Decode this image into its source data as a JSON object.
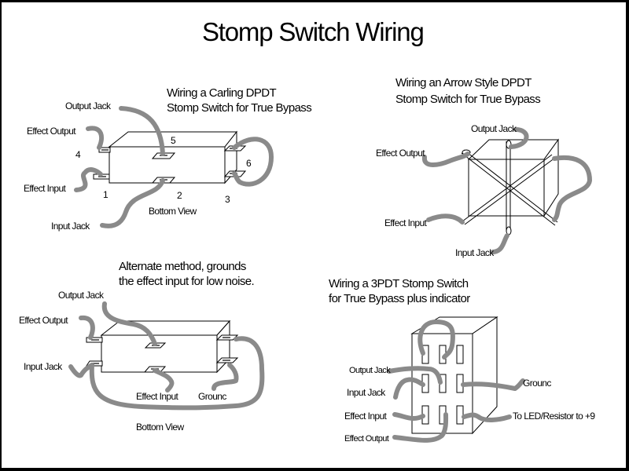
{
  "title": "Stomp Switch Wiring",
  "colors": {
    "wire": "#8a8a8a",
    "line": "#000000",
    "background": "#ffffff"
  },
  "diagrams": {
    "carling": {
      "title_line1": "Wiring a Carling DPDT",
      "title_line2": "Stomp Switch for True Bypass",
      "labels": {
        "output_jack": "Output Jack",
        "effect_output": "Effect Output",
        "effect_input": "Effect Input",
        "input_jack": "Input Jack",
        "bottom_view": "Bottom View"
      },
      "pins": [
        "1",
        "2",
        "3",
        "4",
        "5",
        "6"
      ]
    },
    "arrow": {
      "title_line1": "Wiring an Arrow Style  DPDT",
      "title_line2": "Stomp Switch for True Bypass",
      "labels": {
        "output_jack": "Output Jack",
        "effect_output": "Effect Output",
        "effect_input": "Effect Input",
        "input_jack": "Input Jack"
      }
    },
    "alternate": {
      "title_line1": "Alternate method, grounds",
      "title_line2": "the effect input for low noise.",
      "labels": {
        "output_jack": "Output Jack",
        "effect_output": "Effect Output",
        "input_jack": "Input Jack",
        "effect_input": "Effect Input",
        "ground": "Grounc",
        "bottom_view": "Bottom View"
      }
    },
    "threepdt": {
      "title_line1": "Wiring a 3PDT Stomp Switch",
      "title_line2": "for True Bypass plus indicator",
      "labels": {
        "output_jack": "Output Jack",
        "input_jack": "Input Jack",
        "effect_input": "Effect Input",
        "effect_output": "Effect Output",
        "ground": "Grounc",
        "led": "To LED/Resistor to +9"
      }
    }
  }
}
